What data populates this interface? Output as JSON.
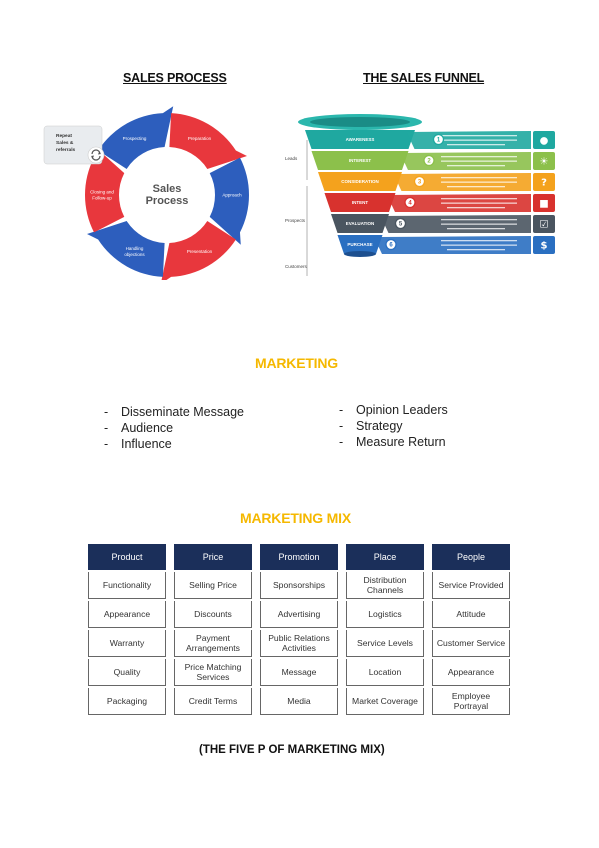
{
  "sales_process": {
    "title": "SALES PROCESS",
    "center_line1": "Sales",
    "center_line2": "Process",
    "stages": [
      {
        "label": "Prospecting",
        "color": "#2d5ebd"
      },
      {
        "label": "Preparation",
        "color": "#e8373d"
      },
      {
        "label": "Approach",
        "color": "#2d5ebd"
      },
      {
        "label": "Presentation",
        "color": "#e8373d"
      },
      {
        "label": "Handling objections",
        "color": "#2d5ebd"
      },
      {
        "label": "Closing and Follow-up",
        "color": "#e8373d"
      }
    ],
    "repeat_note_line1": "Repeat",
    "repeat_note_line2": "Sales &",
    "repeat_note_line3": "referrals"
  },
  "sales_funnel": {
    "title": "THE SALES FUNNEL",
    "side_labels": [
      "Leads",
      "Prospects",
      "Customers"
    ],
    "stages": [
      {
        "label": "AWARENESS",
        "number": "1",
        "color": "#1fa8a0",
        "icon": "chat-bubble-icon"
      },
      {
        "label": "INTEREST",
        "number": "2",
        "color": "#8cc04b",
        "icon": "lightbulb-icon"
      },
      {
        "label": "CONSIDERATION",
        "number": "3",
        "color": "#f4a21d",
        "icon": "question-mark-icon"
      },
      {
        "label": "INTENT",
        "number": "4",
        "color": "#d8322e",
        "icon": "shopping-cart-icon"
      },
      {
        "label": "EVALUATION",
        "number": "5",
        "color": "#4a5560",
        "icon": "checkbox-icon"
      },
      {
        "label": "PURCHASE",
        "number": "6",
        "color": "#2a6fc1",
        "icon": "dollar-icon"
      }
    ]
  },
  "marketing": {
    "title": "MARKETING",
    "left_items": [
      "Disseminate Message",
      "Audience",
      "Influence"
    ],
    "right_items": [
      "Opinion Leaders",
      "Strategy",
      "Measure Return"
    ],
    "dash": "-"
  },
  "marketing_mix": {
    "title": "MARKETING MIX",
    "columns": [
      {
        "header": "Product",
        "cells": [
          "Functionality",
          "Appearance",
          "Warranty",
          "Quality",
          "Packaging"
        ]
      },
      {
        "header": "Price",
        "cells": [
          "Selling Price",
          "Discounts",
          "Payment Arrangements",
          "Price Matching Services",
          "Credit Terms"
        ]
      },
      {
        "header": "Promotion",
        "cells": [
          "Sponsorships",
          "Advertising",
          "Public Relations Activities",
          "Message",
          "Media"
        ]
      },
      {
        "header": "Place",
        "cells": [
          "Distribution Channels",
          "Logistics",
          "Service Levels",
          "Location",
          "Market Coverage"
        ]
      },
      {
        "header": "People",
        "cells": [
          "Service Provided",
          "Attitude",
          "Customer Service",
          "Appearance",
          "Employee Portrayal"
        ]
      }
    ],
    "caption": "(THE FIVE P OF MARKETING MIX)"
  }
}
